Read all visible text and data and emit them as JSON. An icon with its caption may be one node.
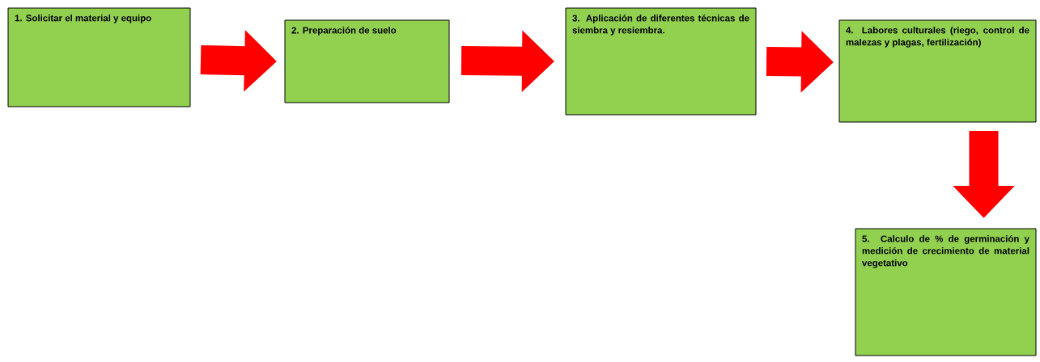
{
  "diagram": {
    "nodes": [
      {
        "text": [
          "1. Solicitar el material y equipo"
        ]
      },
      {
        "text": [
          "2. Preparación de suelo"
        ]
      },
      {
        "text": [
          "3. Aplicación de diferentes técnicas de siembra y resiembra."
        ]
      },
      {
        "text": [
          "4. Labores culturales (riego, control de malezas y plagas, fertilización)"
        ]
      },
      {
        "text": [
          "5. Calculo de % de germinación y medición de crecimiento de material vegetativo"
        ]
      }
    ],
    "edges": [
      {
        "from": 0,
        "to": 1,
        "arrow": "to"
      },
      {
        "from": 1,
        "to": 2,
        "arrow": "to"
      },
      {
        "from": 2,
        "to": 3,
        "arrow": "to"
      },
      {
        "from": 3,
        "to": 4,
        "arrow": "to"
      }
    ]
  }
}
